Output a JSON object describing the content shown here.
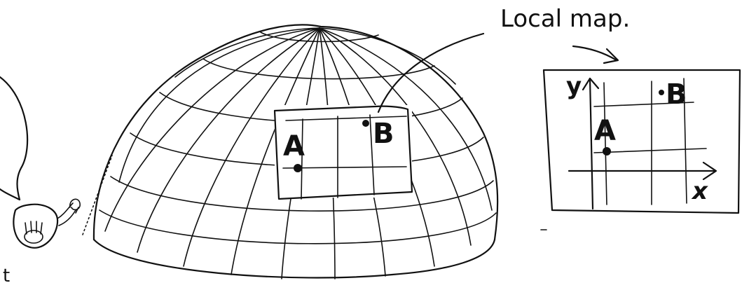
{
  "caption": "Local map.",
  "globe_patch": {
    "point_a": "A",
    "point_b": "B"
  },
  "local_map": {
    "point_a": "A",
    "point_b": "B",
    "y_axis": "y",
    "x_axis": "x"
  },
  "edge_mark": "t",
  "colors": {
    "ink": "#111111",
    "paper": "#ffffff"
  }
}
